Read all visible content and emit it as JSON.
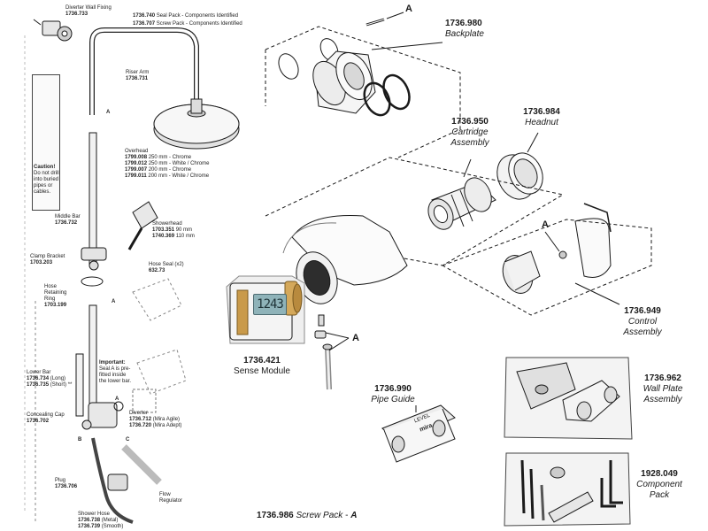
{
  "left_panel": {
    "diverter_wall_fixing": {
      "name": "Diverter Wall Fixing",
      "code": "1736.733"
    },
    "seal_pack_note": {
      "code": "1736.740",
      "text": "Seal Pack - Components Identified"
    },
    "screw_pack_note": {
      "code": "1736.707",
      "text": "Screw Pack - Components Identified"
    },
    "riser_arm": {
      "name": "Riser Arm",
      "code": "1736.731"
    },
    "overhead": {
      "name": "Overhead",
      "variants": [
        {
          "code": "1799.008",
          "size": "250 mm",
          "finish": "Chrome"
        },
        {
          "code": "1799.012",
          "size": "250 mm",
          "finish": "White / Chrome"
        },
        {
          "code": "1799.007",
          "size": "200 mm",
          "finish": "Chrome"
        },
        {
          "code": "1799.011",
          "size": "200 mm",
          "finish": "White / Chrome"
        }
      ]
    },
    "caution": {
      "title": "Caution!",
      "text": "Do not drill into buried pipes or cables."
    },
    "middle_bar": {
      "name": "Middle Bar",
      "code": "1736.732"
    },
    "showerhead": {
      "name": "Showerhead",
      "variants": [
        {
          "code": "1703.351",
          "size": "90 mm"
        },
        {
          "code": "1740.369",
          "size": "110 mm"
        }
      ]
    },
    "clamp_bracket": {
      "name": "Clamp Bracket",
      "code": "1703.203"
    },
    "hose_seal": {
      "name": "Hose Seal (x2)",
      "code": "632.73"
    },
    "hose_retaining_ring": {
      "name": "Hose Retaining Ring",
      "code": "1703.199"
    },
    "lower_bar": {
      "name": "Lower Bar",
      "variants": [
        {
          "code": "1736.734",
          "note": "(Long)"
        },
        {
          "code": "1736.735",
          "note": "(Short) **"
        }
      ]
    },
    "important_note": {
      "title": "Important:",
      "text": "Seal A is pre-fitted inside the lower bar."
    },
    "concealing_cap": {
      "name": "Concealing Cap",
      "code": "1736.702"
    },
    "diverter": {
      "name": "Diverter",
      "variants": [
        {
          "code": "1736.712",
          "note": "(Mira Agile)"
        },
        {
          "code": "1736.720",
          "note": "(Mira Adept)"
        }
      ]
    },
    "plug": {
      "name": "Plug",
      "code": "1736.706"
    },
    "flow_regulator": {
      "name": "Flow Regulator"
    },
    "shower_hose": {
      "name": "Shower Hose",
      "variants": [
        {
          "code": "1736.738",
          "note": "(Metal)"
        },
        {
          "code": "1736.739",
          "note": "(Smooth)"
        }
      ]
    },
    "letters": {
      "a": "A",
      "b": "B",
      "c": "C"
    }
  },
  "parts": {
    "backplate": {
      "code": "1736.980",
      "name": "Backplate"
    },
    "cartridge": {
      "code": "1736.950",
      "name_line1": "Cartridge",
      "name_line2": "Assembly"
    },
    "headnut": {
      "code": "1736.984",
      "name": "Headnut"
    },
    "control": {
      "code": "1736.949",
      "name_line1": "Control",
      "name_line2": "Assembly"
    },
    "sense_module": {
      "code": "1736.421",
      "name": "Sense Module",
      "display": "1243"
    },
    "wall_plate": {
      "code": "1736.962",
      "name_line1": "Wall Plate",
      "name_line2": "Assembly"
    },
    "pipe_guide": {
      "code": "1736.990",
      "name": "Pipe Guide",
      "text_level": "LEVEL",
      "text_brand": "mira"
    },
    "component_pack": {
      "code": "1928.049",
      "name_line1": "Component",
      "name_line2": "Pack"
    },
    "screw_pack": {
      "code": "1736.986",
      "name": "Screw Pack",
      "suffix": "A"
    }
  },
  "screw_tag": "A",
  "colors": {
    "line": "#1a1a1a",
    "brass": "#c99a4a",
    "lcd": "#8fb3b9",
    "sense_body": "#e9e9e9"
  }
}
